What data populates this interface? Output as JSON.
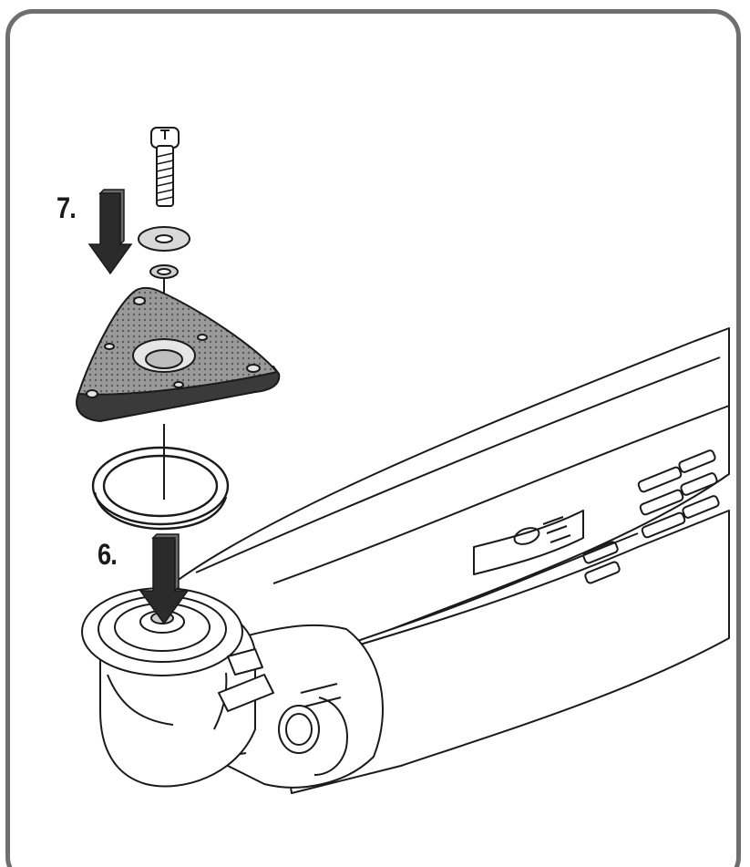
{
  "steps": [
    {
      "number": "7.",
      "action": "arrow-down"
    },
    {
      "number": "6.",
      "action": "arrow-down"
    }
  ],
  "colors": {
    "frame": "#6f6f6f",
    "line": "#1a1a1a",
    "pad_fill": "#8a8a8a",
    "pad_edge": "#3a3a3a",
    "arrow": "#2b2b2b",
    "background": "#ffffff"
  },
  "icons": {
    "step_arrow": "arrow-down-icon"
  }
}
